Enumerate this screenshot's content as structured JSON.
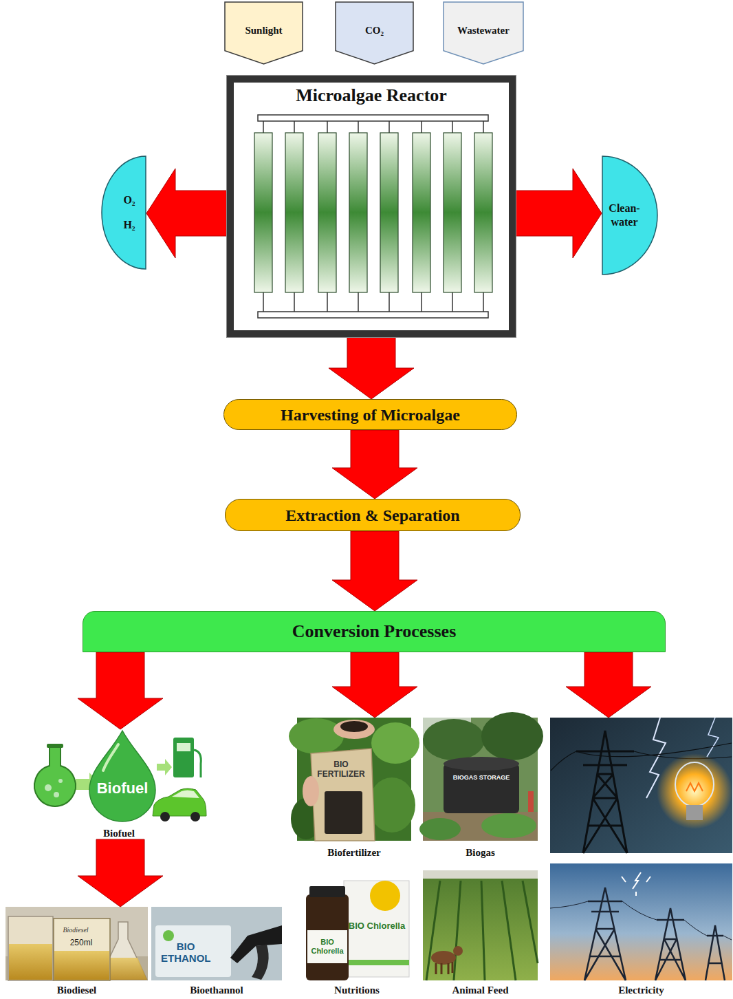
{
  "diagram": {
    "nodes": [
      {
        "text": [
          "Sunlight"
        ]
      },
      {
        "text": [
          "CO₂"
        ]
      },
      {
        "text": [
          "Wastewater"
        ]
      },
      {
        "text": [
          "Microalgae Reactor"
        ]
      },
      {
        "text": [
          "O₂",
          "H₂"
        ]
      },
      {
        "text": [
          "Clean- water"
        ]
      },
      {
        "text": [
          "Harvesting of Microalgae"
        ]
      },
      {
        "text": [
          "Extraction & Separation"
        ]
      },
      {
        "text": [
          "Conversion Processes"
        ]
      },
      {
        "text": [
          "Biofuel"
        ]
      },
      {
        "text": [
          "Biodiesel"
        ]
      },
      {
        "text": [
          "Bioethannol"
        ]
      },
      {
        "text": [
          "Biofertilizer"
        ]
      },
      {
        "text": [
          "Biogas"
        ]
      },
      {
        "text": [
          "Nutritions"
        ]
      },
      {
        "text": [
          "Animal Feed"
        ]
      },
      {
        "text": [
          "Electricity"
        ]
      }
    ],
    "edges": [
      {
        "from": 3,
        "to": 4,
        "arrow": "to"
      },
      {
        "from": 3,
        "to": 5,
        "arrow": "to"
      },
      {
        "from": 3,
        "to": 6,
        "arrow": "to"
      },
      {
        "from": 6,
        "to": 7,
        "arrow": "to"
      },
      {
        "from": 7,
        "to": 8,
        "arrow": "to"
      },
      {
        "from": 8,
        "to": 9,
        "arrow": "to"
      },
      {
        "from": 8,
        "to": 12,
        "arrow": "to"
      },
      {
        "from": 8,
        "to": 16,
        "arrow": "to"
      },
      {
        "from": 9,
        "to": 10,
        "arrow": "to"
      }
    ],
    "labels": [
      "Biofuel",
      "Biodiesel",
      "250ml",
      "BIO ETHANOL",
      "BIO FERTILIZER",
      "BIOGAS STORAGE",
      "BIO Chlorella",
      "BIO Chlorella"
    ]
  }
}
